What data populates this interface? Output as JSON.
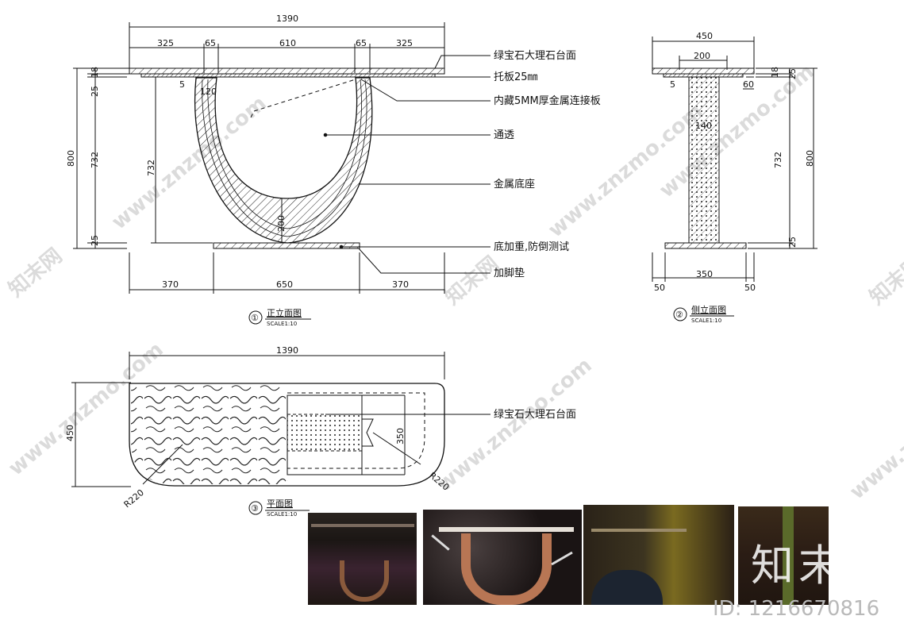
{
  "front": {
    "dim_total": "1390",
    "dims_top": [
      "325",
      "65",
      "610",
      "65",
      "325"
    ],
    "dims_left_outer": "800",
    "dims_left_inner": [
      "18",
      "25",
      "732",
      "25"
    ],
    "dim_5": "5",
    "dim_120": "120",
    "dim_732_inner": "732",
    "dim_200_inner": "200",
    "dims_bottom": [
      "370",
      "650",
      "370"
    ],
    "labels": [
      "绿宝石大理石台面",
      "托板25㎜",
      "内藏5MM厚金属连接板",
      "通透",
      "金属底座",
      "底加重,防倒测试",
      "加脚垫"
    ],
    "title_num": "①",
    "title": "正立面图",
    "scale": "SCALE1:10"
  },
  "side": {
    "dim_total": "450",
    "dim_200": "200",
    "dim_60": "60",
    "dim_5": "5",
    "dim_140": "140",
    "dims_right_inner": [
      "18",
      "25",
      "732",
      "25"
    ],
    "dim_right_outer": "800",
    "dims_bottom": [
      "50",
      "350",
      "50"
    ],
    "title_num": "②",
    "title": "侧立面图",
    "scale": "SCALE1:10"
  },
  "plan": {
    "dim_total": "1390",
    "dim_depth": "450",
    "dim_350": "350",
    "radius_left": "R220",
    "radius_right": "R220",
    "label": "绿宝石大理石台面",
    "title_num": "③",
    "title": "平面图",
    "scale": "SCALE1:10"
  },
  "watermark": {
    "text": "www.znzmo.com",
    "cn": "知末网",
    "brand": "知末",
    "id": "ID: 1216670816"
  },
  "colors": {
    "line": "#111111",
    "photo_dark": "#1a1512",
    "marble": "#2b2523",
    "copper": "#b87654"
  }
}
